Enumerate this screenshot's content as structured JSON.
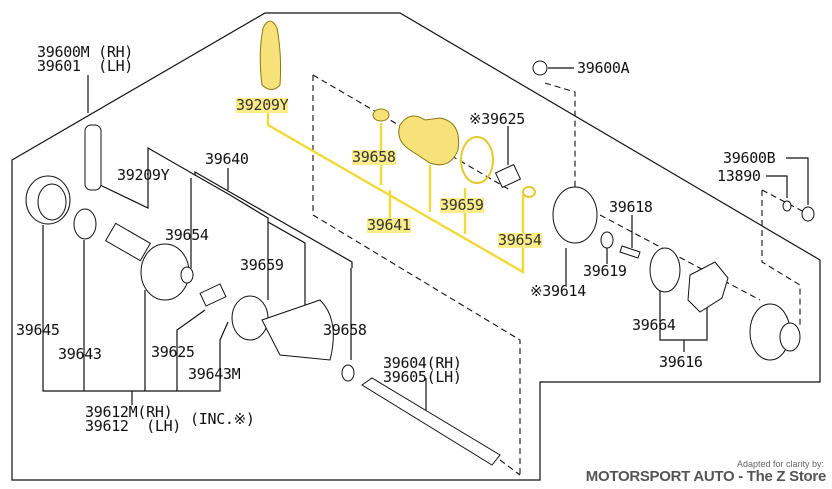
{
  "diagram": {
    "title": "Rear drive shaft assembly exploded parts diagram",
    "highlight_color": "#fbee8a",
    "parts": {
      "p39600M": "39600M (RH)",
      "p39601": "39601  (LH)",
      "p39209Y_hl": "39209Y",
      "p39209Y": "39209Y",
      "p39640": "39640",
      "p39658_hl": "39658",
      "p39641_hl": "39641",
      "p39659_hl": "39659",
      "p39654_hl": "39654",
      "p39625_star": "※39625",
      "p39600A": "39600A",
      "p39600B": "39600B",
      "p13890": "13890",
      "p39618": "39618",
      "p39619": "39619",
      "p39614_star": "※39614",
      "p39654": "39654",
      "p39659": "39659",
      "p39658": "39658",
      "p39645": "39645",
      "p39643": "39643",
      "p39625": "39625",
      "p39643M": "39643M",
      "p39664": "39664",
      "p39616": "39616",
      "p39604": "39604(RH)",
      "p39605": "39605(LH)",
      "p39612M": "39612M(RH)",
      "p39612": "39612  (LH)",
      "inc_note": "(INC.※)"
    }
  },
  "credit": {
    "small": "Adapted for clarity by:",
    "big": "MOTORSPORT AUTO - The Z Store"
  }
}
